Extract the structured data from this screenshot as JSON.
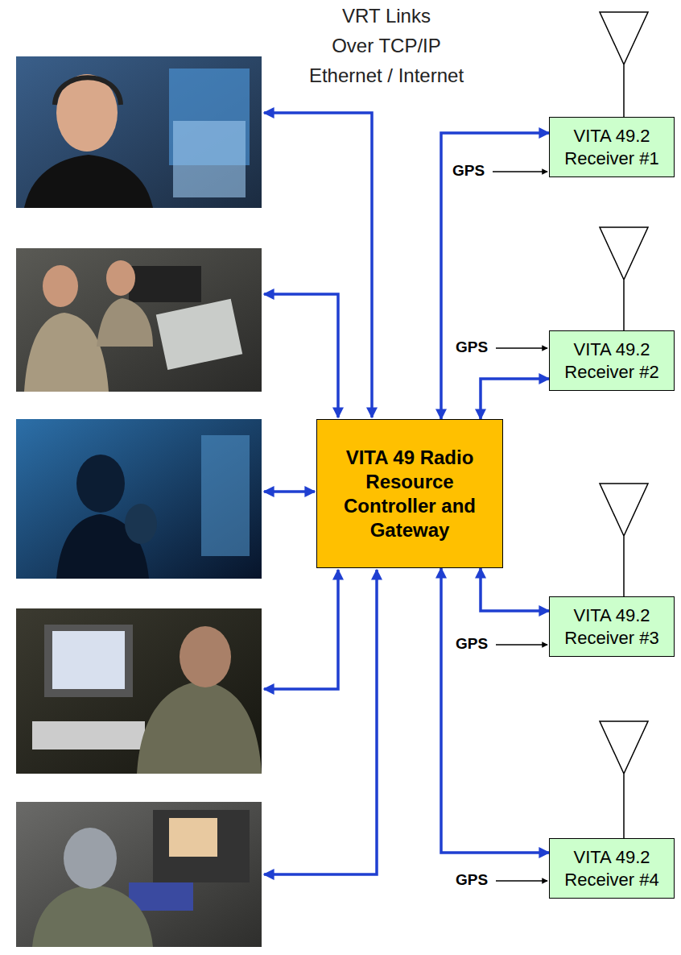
{
  "diagram": {
    "nodes": [
      {
        "text": [
          "VITA 49.2 Receiver #1"
        ]
      },
      {
        "text": [
          "VITA 49.2 Receiver #2"
        ]
      },
      {
        "text": [
          "VITA 49 Radio Resource Controller and Gateway"
        ]
      },
      {
        "text": [
          "VITA 49.2 Receiver #3"
        ]
      },
      {
        "text": [
          "VITA 49.2 Receiver #4"
        ]
      }
    ],
    "edges": [
      {
        "from": 2,
        "to": 0,
        "arrow": "both"
      },
      {
        "from": 2,
        "to": 1,
        "arrow": "both"
      },
      {
        "from": 2,
        "to": 3,
        "arrow": "both"
      },
      {
        "from": 2,
        "to": 4,
        "arrow": "both"
      }
    ],
    "labels": [
      "VRT Links",
      "Over TCP/IP",
      "Ethernet / Internet",
      "GPS",
      "GPS",
      "GPS",
      "GPS"
    ]
  }
}
